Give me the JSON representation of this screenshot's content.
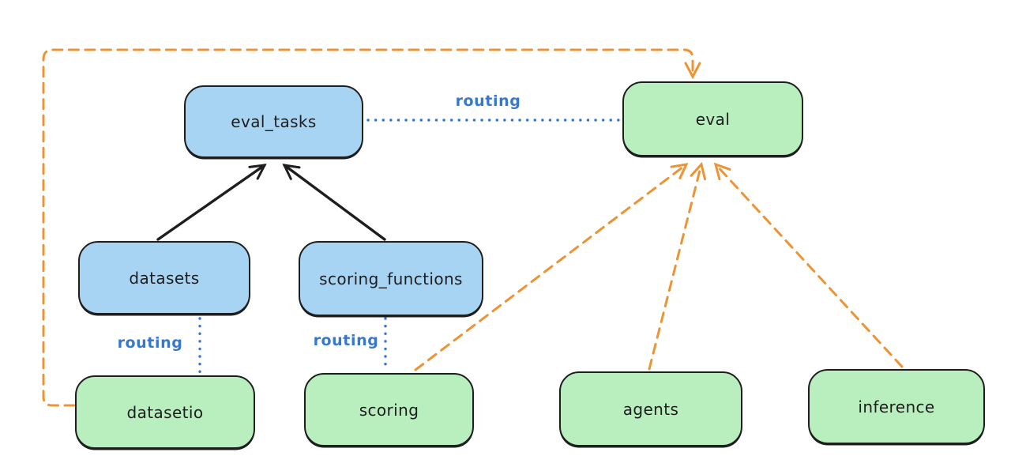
{
  "colors": {
    "background": "#ffffff",
    "node_border": "#1e1e1e",
    "node_blue_fill": "#a8d4f3",
    "node_green_fill": "#b9eebf",
    "routing_blue": "#3778cf",
    "provider_orange": "#ec9434",
    "arrow_black": "#1e1e1e"
  },
  "nodes": {
    "eval_tasks": {
      "label": "eval_tasks",
      "color": "blue"
    },
    "eval": {
      "label": "eval",
      "color": "green"
    },
    "datasets": {
      "label": "datasets",
      "color": "blue"
    },
    "scoring_functions": {
      "label": "scoring_functions",
      "color": "blue"
    },
    "datasetio": {
      "label": "datasetio",
      "color": "green"
    },
    "scoring": {
      "label": "scoring",
      "color": "green"
    },
    "agents": {
      "label": "agents",
      "color": "green"
    },
    "inference": {
      "label": "inference",
      "color": "green"
    }
  },
  "edges": {
    "eval_tasks_to_eval": {
      "label": "routing",
      "style": "dotted-blue"
    },
    "datasets_to_datasetio": {
      "label": "routing",
      "style": "dotted-blue"
    },
    "scoring_functions_to_scoring": {
      "label": "routing",
      "style": "dotted-blue"
    },
    "datasets_to_eval_tasks": {
      "style": "solid-black-arrow"
    },
    "scoring_functions_to_eval_tasks": {
      "style": "solid-black-arrow"
    },
    "datasetio_to_eval": {
      "style": "dashed-orange-arrow"
    },
    "scoring_to_eval": {
      "style": "dashed-orange-arrow"
    },
    "agents_to_eval": {
      "style": "dashed-orange-arrow"
    },
    "inference_to_eval": {
      "style": "dashed-orange-arrow"
    }
  }
}
